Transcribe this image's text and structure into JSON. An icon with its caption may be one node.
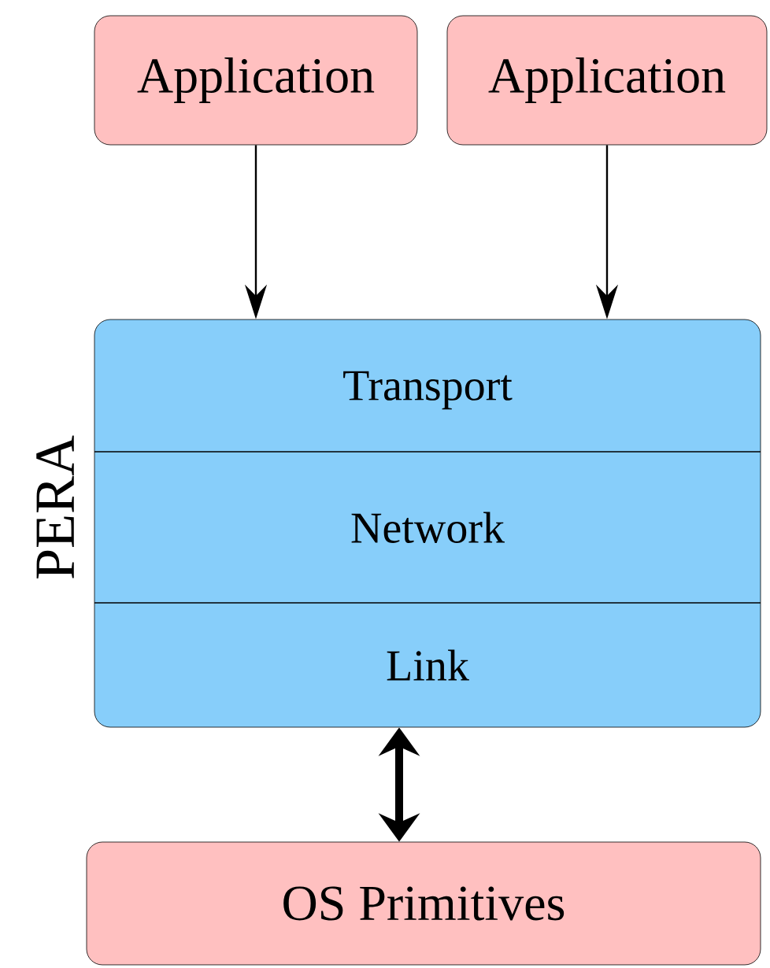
{
  "diagram": {
    "nodes": [
      {
        "text": [
          "Application"
        ]
      },
      {
        "text": [
          "Application"
        ]
      },
      {
        "text": [
          "PERA"
        ]
      },
      {
        "text": [
          "Transport"
        ],
        "in": 2
      },
      {
        "text": [
          "Network"
        ],
        "in": 2
      },
      {
        "text": [
          "Link"
        ],
        "in": 2
      },
      {
        "text": [
          "OS Primitives"
        ]
      }
    ],
    "edges": [
      {
        "from": 0,
        "to": 2,
        "arrow": "to"
      },
      {
        "from": 1,
        "to": 2,
        "arrow": "to"
      },
      {
        "from": 5,
        "to": 6,
        "arrow": "both",
        "style": "thick"
      }
    ]
  }
}
